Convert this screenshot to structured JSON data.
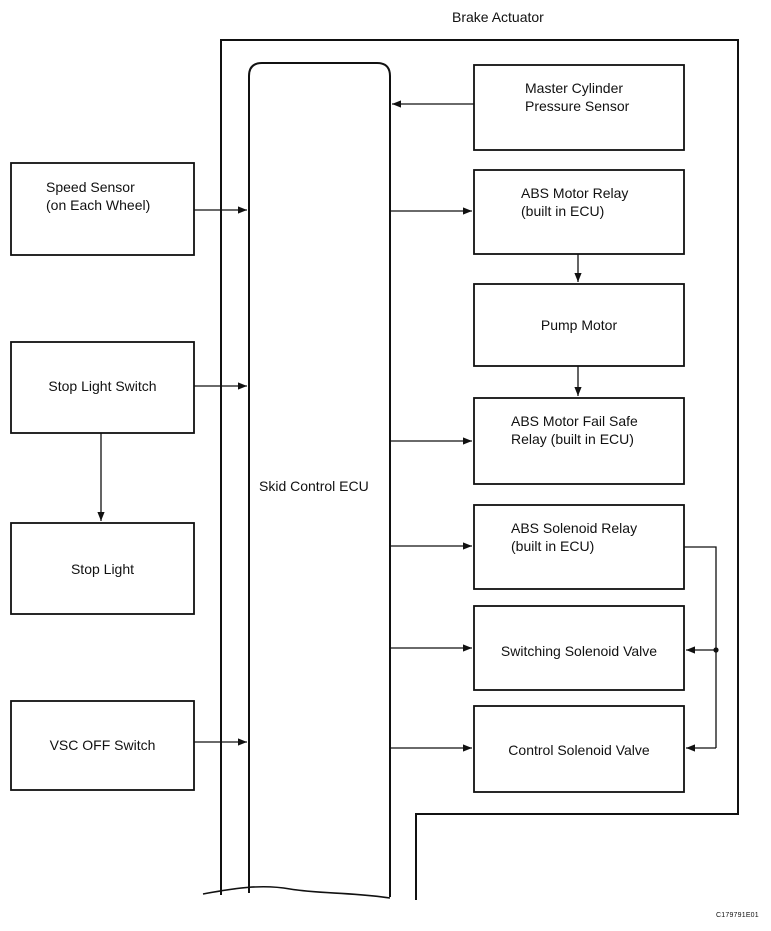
{
  "brake_actuator_label": "Brake Actuator",
  "ecu_label": "Skid Control ECU",
  "inputs": {
    "speed_sensor": "Speed Sensor\n(on Each Wheel)",
    "stop_light_switch": "Stop Light Switch",
    "stop_light": "Stop Light",
    "vsc_off_switch": "VSC OFF Switch"
  },
  "actuator_parts": {
    "master_cylinder": "Master Cylinder\nPressure Sensor",
    "abs_motor_relay": "ABS Motor Relay\n(built in ECU)",
    "pump_motor": "Pump Motor",
    "abs_motor_failsafe": "ABS Motor Fail Safe\nRelay (built in ECU)",
    "abs_solenoid_relay": "ABS Solenoid Relay\n(built in ECU)",
    "switching_solenoid": "Switching Solenoid Valve",
    "control_solenoid": "Control Solenoid Valve"
  },
  "reference_code": "C179791E01"
}
